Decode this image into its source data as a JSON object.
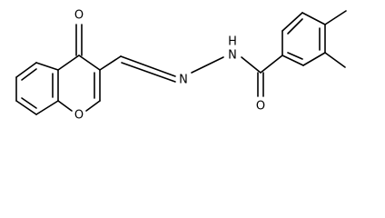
{
  "molecule": {
    "atoms": {
      "carbonyl_O": "O",
      "ring_O": "O",
      "imine_N": "N",
      "amide_N": "N",
      "amide_H": "H",
      "amide_O": "O"
    }
  }
}
